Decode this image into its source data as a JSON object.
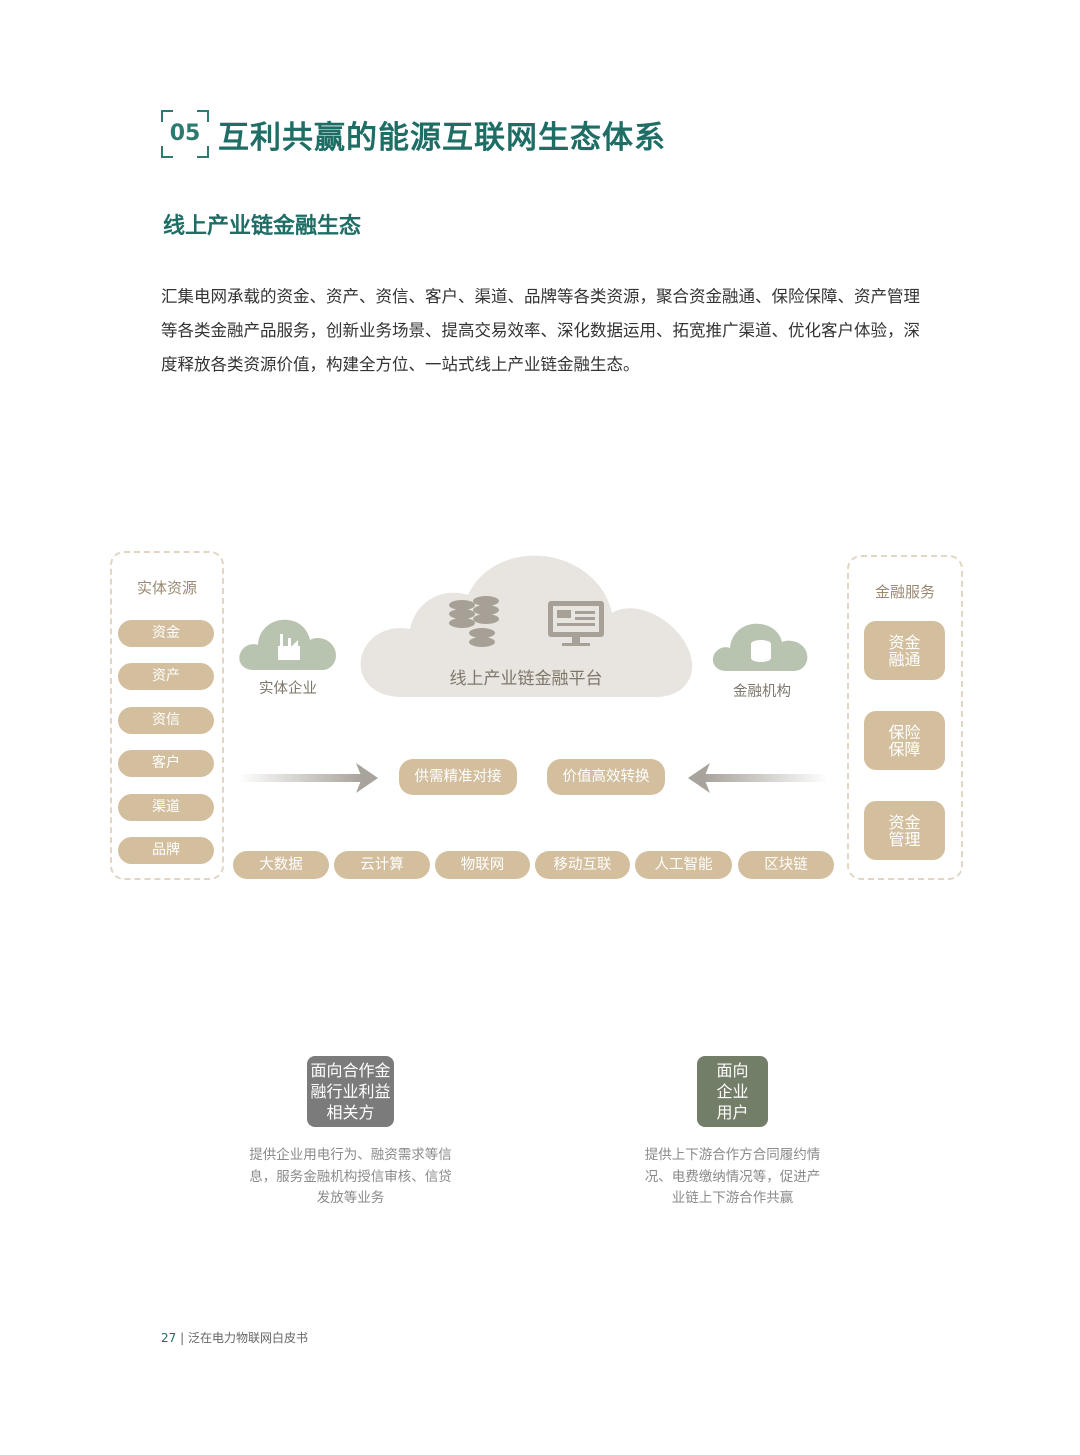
{
  "header": {
    "section_number": "05",
    "title": "互利共赢的能源互联网生态体系",
    "subtitle": "线上产业链金融生态"
  },
  "intro": {
    "text": "汇集电网承载的资金、资产、资信、客户、渠道、品牌等各类资源，聚合资金融通、保险保障、资产管理等各类金融产品服务，创新业务场景、提高交易效率、深化数据运用、拓宽推广渠道、优化客户体验，深度释放各类资源价值，构建全方位、一站式线上产业链金融生态。"
  },
  "diagram": {
    "left_panel": {
      "label": "实体资源",
      "items": [
        "资金",
        "资产",
        "资信",
        "客户",
        "渠道",
        "品牌"
      ]
    },
    "right_panel": {
      "label": "金融服务",
      "items": [
        "资金融通",
        "保险保障",
        "资金管理"
      ]
    },
    "left_cloud": {
      "label": "实体企业",
      "icon": "factory-icon"
    },
    "right_cloud": {
      "label": "金融机构",
      "icon": "coin-stack-icon"
    },
    "center_cloud": {
      "label": "线上产业链金融平台",
      "icons": [
        "coins-icon",
        "monitor-icon"
      ]
    },
    "middle": [
      "供需精准对接",
      "价值高效转换"
    ],
    "tech": [
      "大数据",
      "云计算",
      "物联网",
      "移动互联",
      "人工智能",
      "区块链"
    ]
  },
  "bottom": {
    "left": {
      "box": "面向合作金融行业利益相关方",
      "desc": "提供企业用电行为、融资需求等信息，服务金融机构授信审核、信贷发放等业务"
    },
    "right": {
      "box": "面向企业用户",
      "desc": "提供上下游合作方合同履约情况、电费缴纳情况等，促进产业链上下游合作共赢"
    }
  },
  "footer": {
    "page": "27",
    "separator": "|",
    "doc_title": "泛在电力物联网白皮书"
  },
  "colors": {
    "brand_green": "#1f6e66",
    "tan": "#d3bf9e",
    "cloud_grey": "#e8e4df",
    "cloud_green": "#b8c4b0"
  }
}
